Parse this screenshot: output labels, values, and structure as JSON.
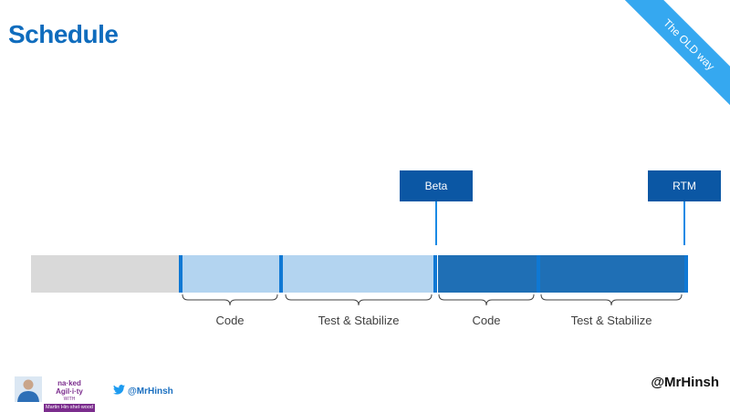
{
  "slide": {
    "title": "Schedule",
    "corner_ribbon": "The OLD way"
  },
  "milestones": [
    {
      "label": "Beta"
    },
    {
      "label": "RTM"
    }
  ],
  "phases": [
    {
      "label": "Code"
    },
    {
      "label": "Test & Stabilize"
    },
    {
      "label": "Code"
    },
    {
      "label": "Test & Stabilize"
    }
  ],
  "footer": {
    "brand_main": "na·ked Agil·i·ty",
    "brand_with": "WITH",
    "brand_name": "Martin Hin·shel·wood",
    "twitter_handle": "@MrHinsh",
    "handle": "@MrHinsh"
  },
  "colors": {
    "title": "#0f6cbd",
    "ribbon": "#35a8f0",
    "milestone_box": "#0b57a4",
    "grey_segment": "#d9d9d9",
    "light_segment": "#b3d4f0",
    "dark_segment": "#1f6fb5",
    "divider": "#0f78d4"
  }
}
